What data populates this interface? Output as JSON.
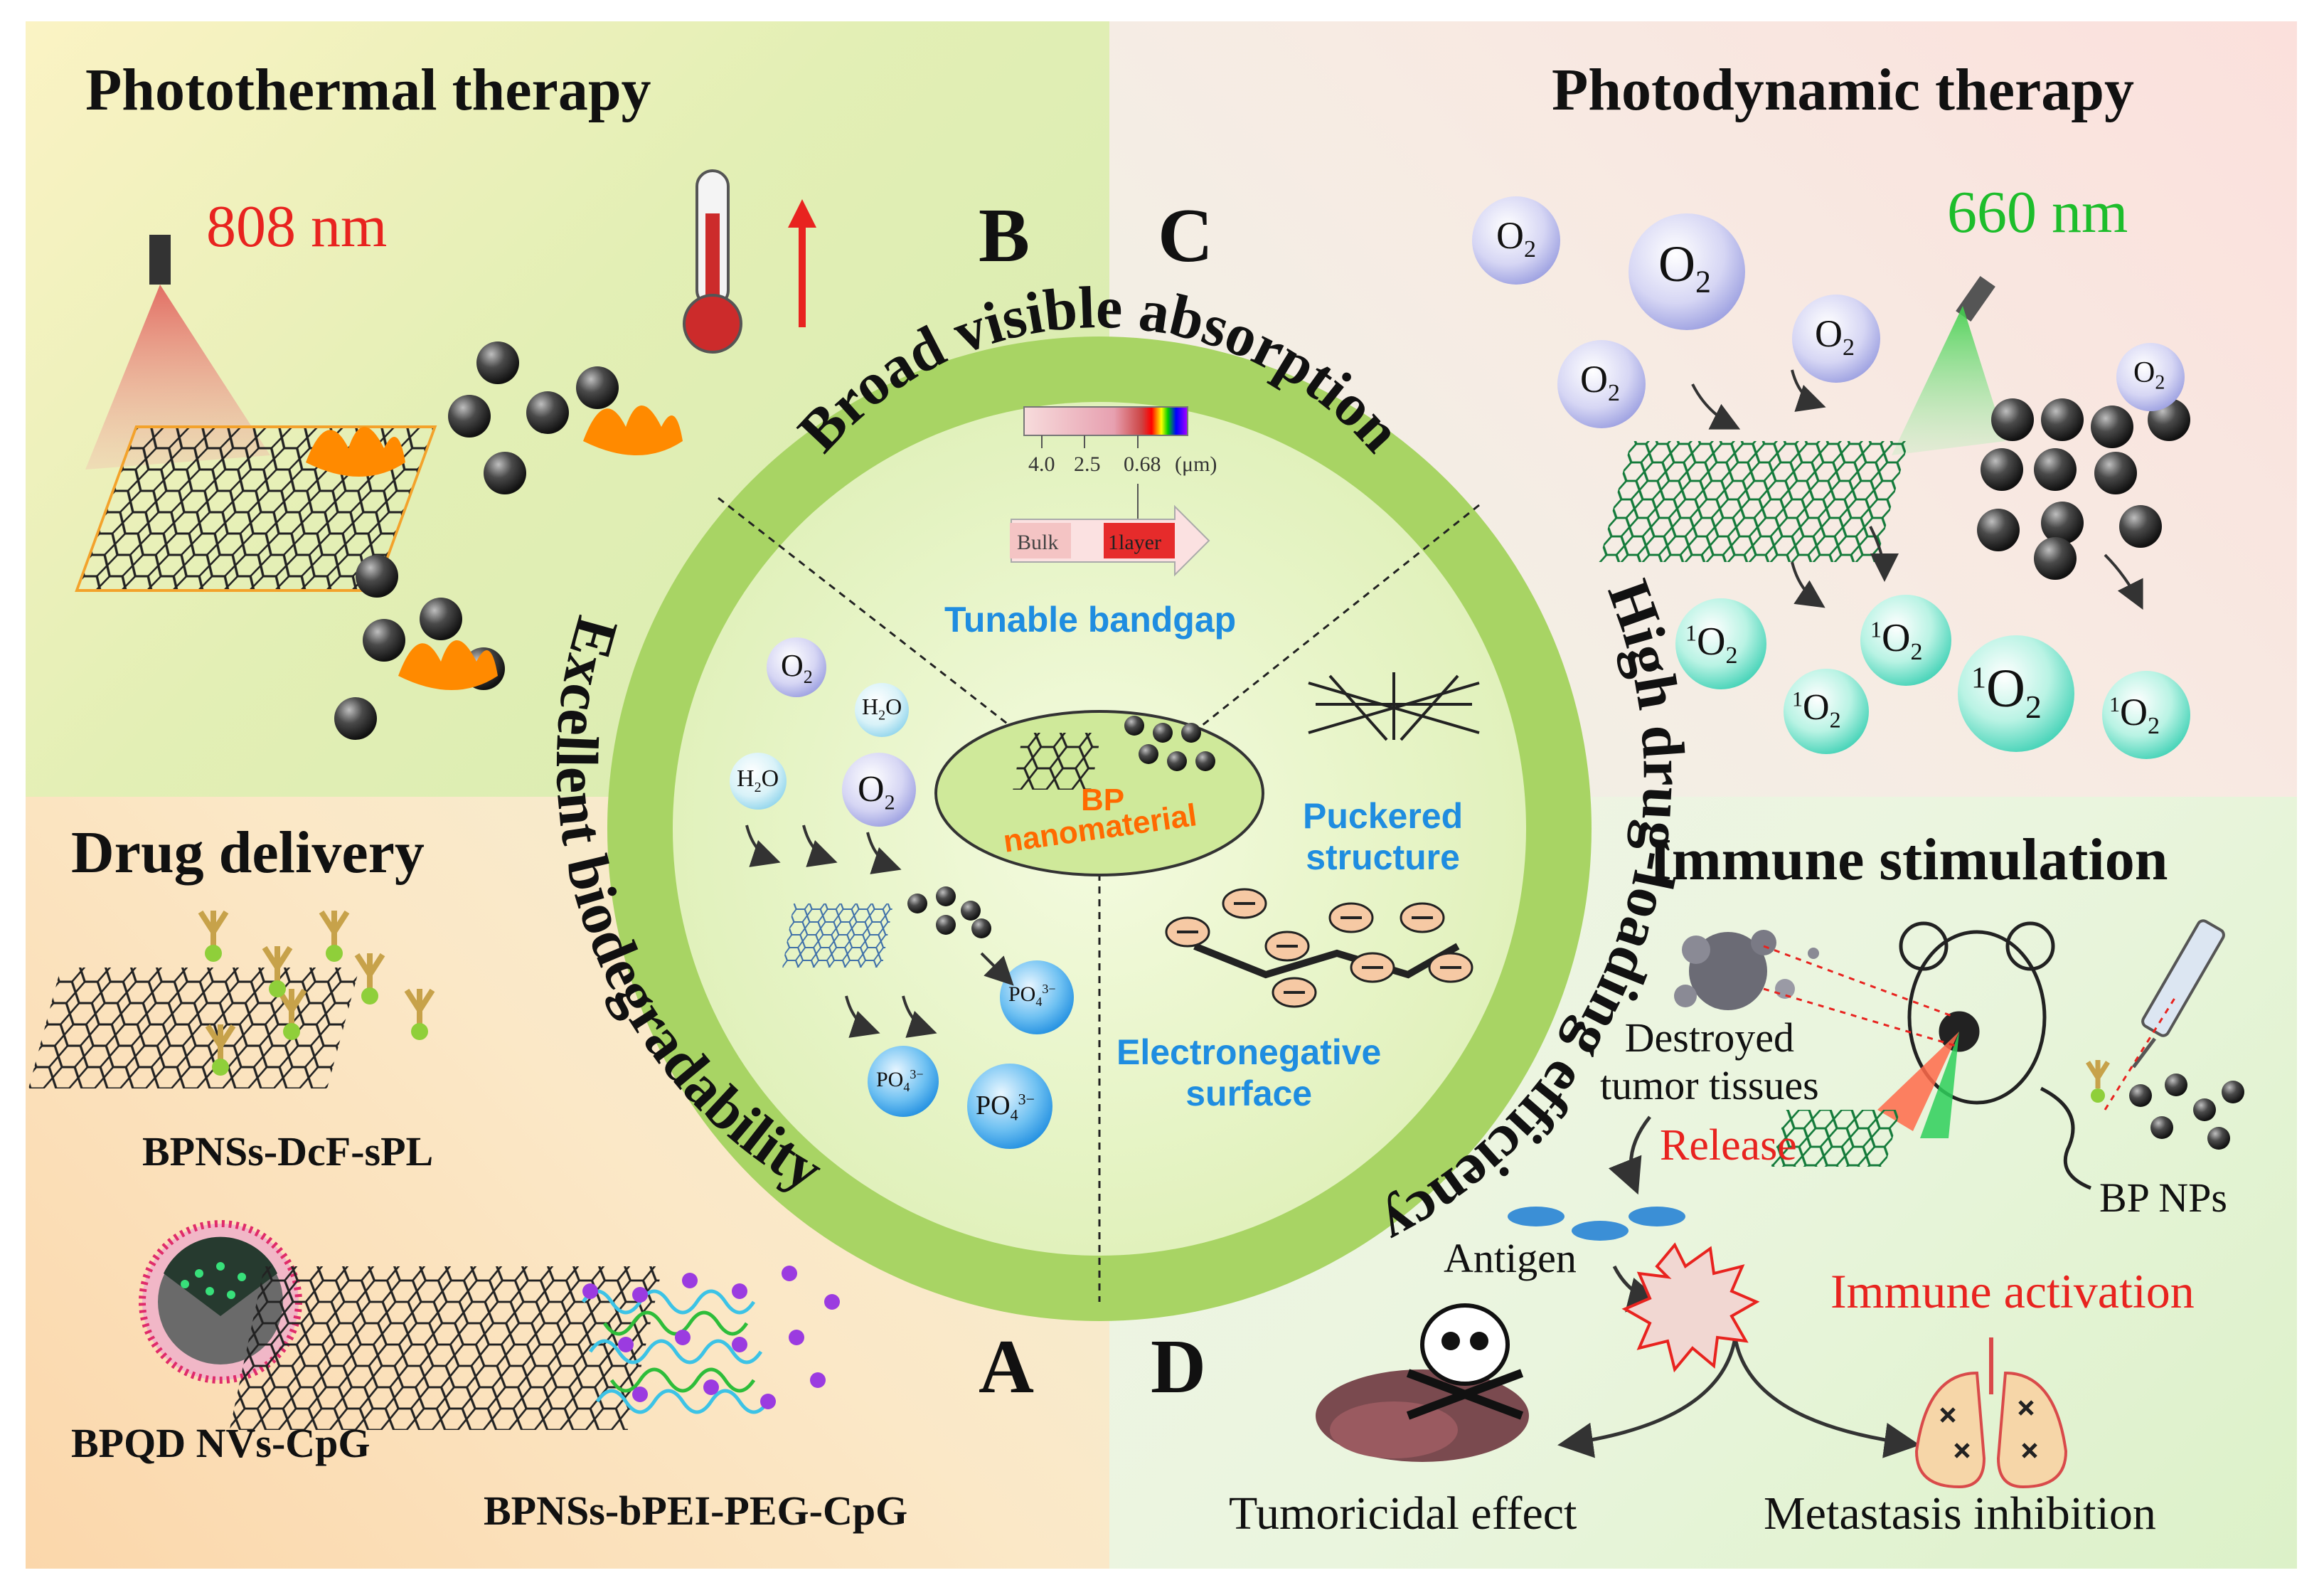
{
  "quadrants": {
    "top_left_title": "Photothermal therapy",
    "top_right_title": "Photodynamic therapy",
    "bottom_left_title": "Drug delivery",
    "bottom_right_title": "Immune stimulation"
  },
  "letters": {
    "a": "A",
    "b": "B",
    "c": "C",
    "d": "D"
  },
  "photothermal": {
    "wavelength": "808 nm"
  },
  "photodynamic": {
    "wavelength": "660 nm",
    "oxygen": "O",
    "oxygen_sub": "2",
    "singlet_sup": "1",
    "singlet": "O",
    "singlet_sub": "2"
  },
  "drug_delivery": {
    "item1": "BPNSs-DcF-sPL",
    "item2": "BPQD NVs-CpG",
    "item3": "BPNSs-bPEI-PEG-CpG"
  },
  "immune": {
    "destroyed_line1": "Destroyed",
    "destroyed_line2": "tumor tissues",
    "release": "Release",
    "antigen": "Antigen",
    "activation": "Immune activation",
    "bp_nps": "BP NPs",
    "tumoricidal": "Tumoricidal effect",
    "metastasis": "Metastasis inhibition"
  },
  "ring": {
    "top": "Broad visible absorption",
    "left": "Excellent biodegradability",
    "right": "High drug-loading efficiency"
  },
  "center": {
    "bp_line1": "BP",
    "bp_line2": "nanomaterial",
    "tunable": "Tunable bandgap",
    "puckered1": "Puckered",
    "puckered2": "structure",
    "electro1": "Electronegative",
    "electro2": "surface",
    "bulk": "Bulk",
    "layer": "1layer",
    "ticks": [
      "4.0",
      "2.5",
      "0.68",
      "(μm)"
    ]
  },
  "bio": {
    "o2": "O",
    "o2_sub": "2",
    "h2o_a": "H",
    "h2o_sub": "2",
    "h2o_b": "O",
    "po4": "PO",
    "po4_sub": "4",
    "po4_sup": "3−"
  },
  "colors": {
    "red": "#e8231f",
    "green": "#1dbd2b",
    "blue": "#1f8de0",
    "orange": "#ff6a00",
    "ring": "#9fcf5a"
  }
}
